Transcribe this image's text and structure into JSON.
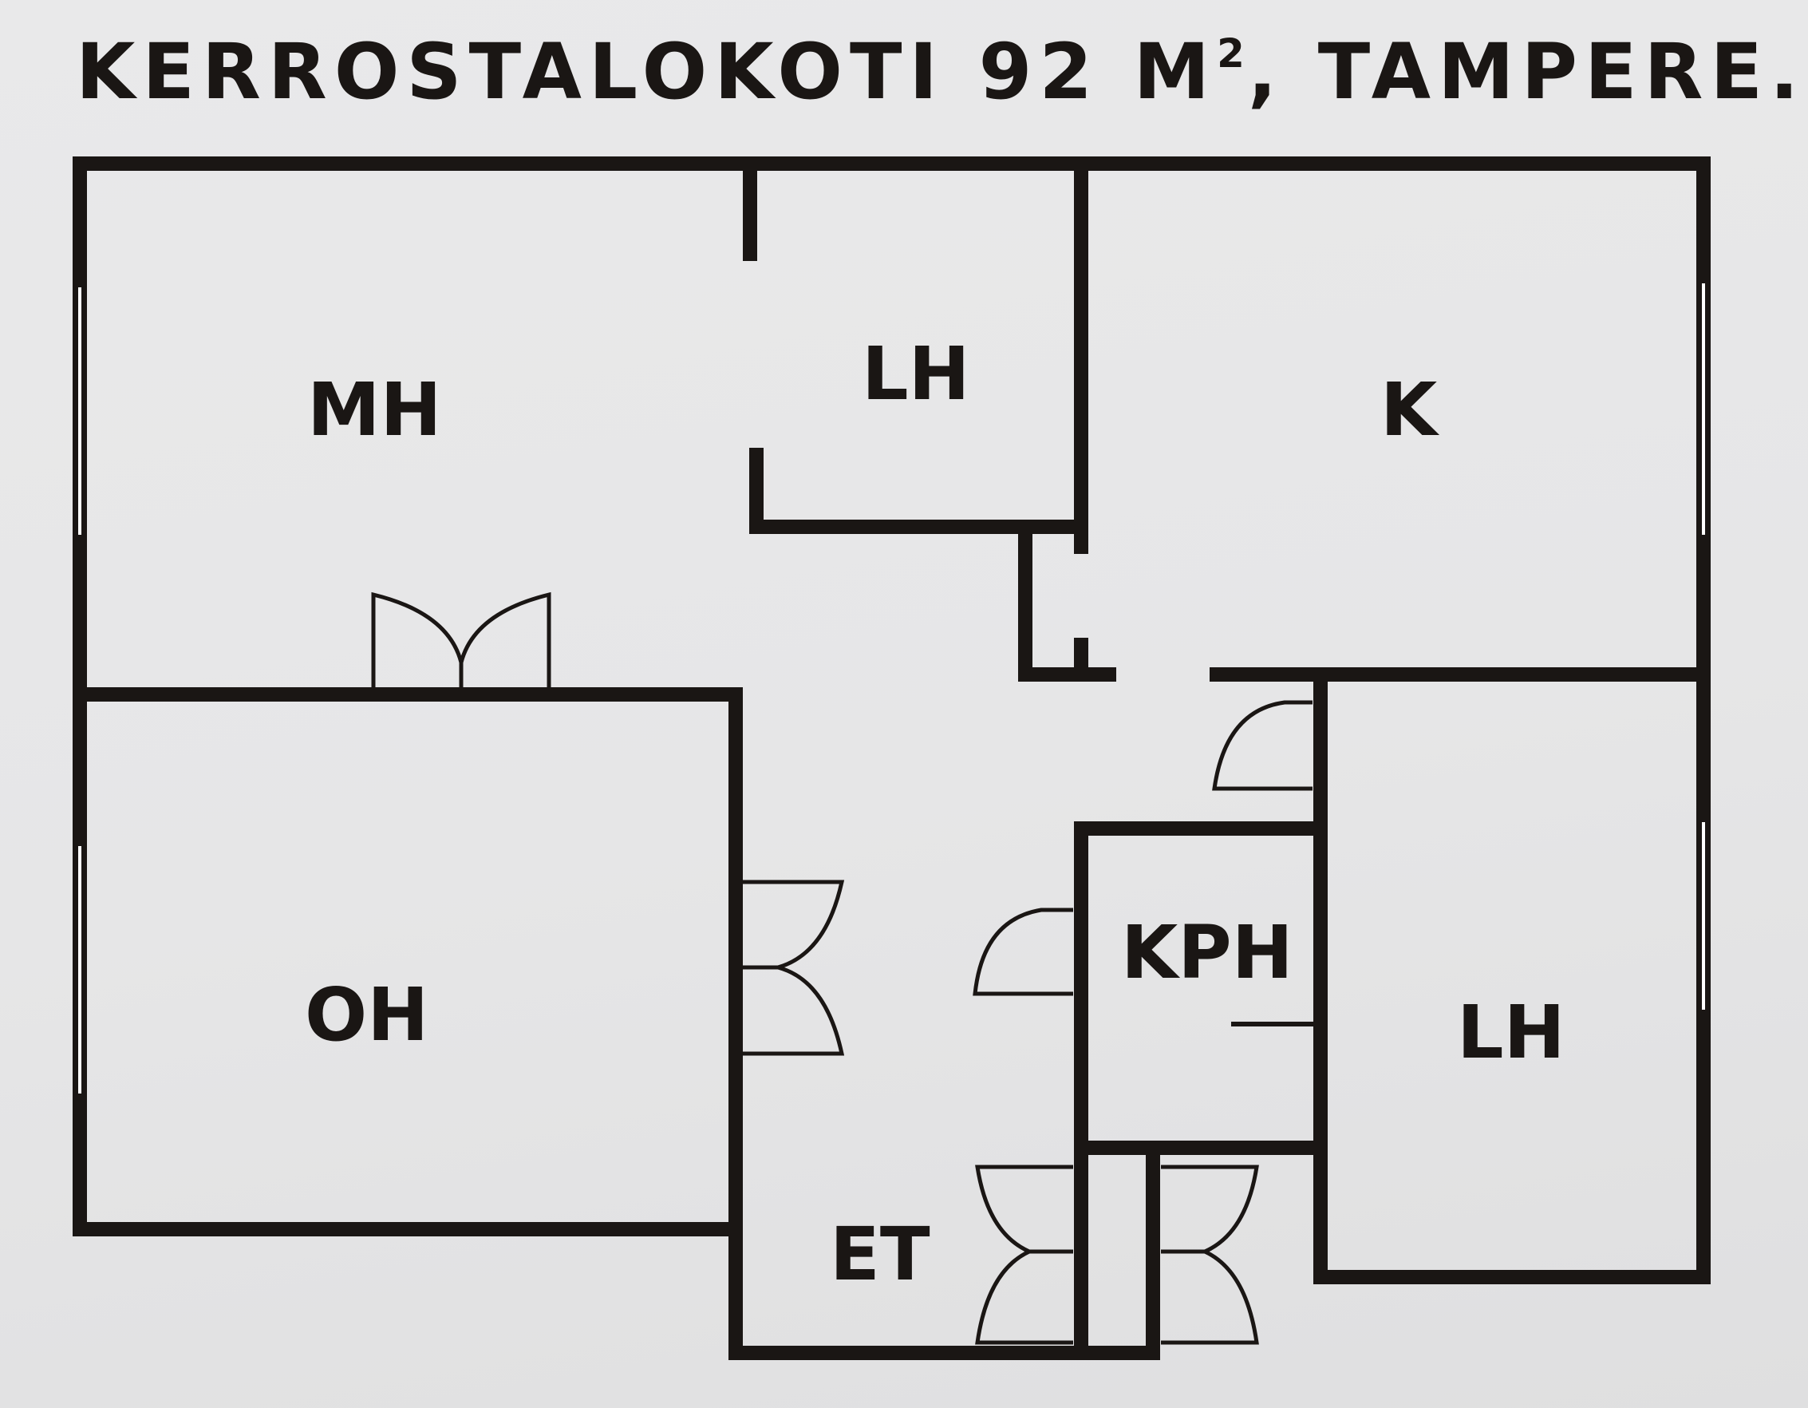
{
  "title": {
    "text": "KERROSTALOKOTI 92 M",
    "superscript": "2",
    "suffix": ", TAMPERE."
  },
  "rooms": {
    "mh": "MH",
    "lh_top": "LH",
    "k": "K",
    "oh": "OH",
    "kph": "KPH",
    "lh_bottom": "LH",
    "et": "ET"
  },
  "colors": {
    "wall": "#1a1614",
    "background": "#e7e7e8",
    "window_glass": "#ffffff"
  }
}
